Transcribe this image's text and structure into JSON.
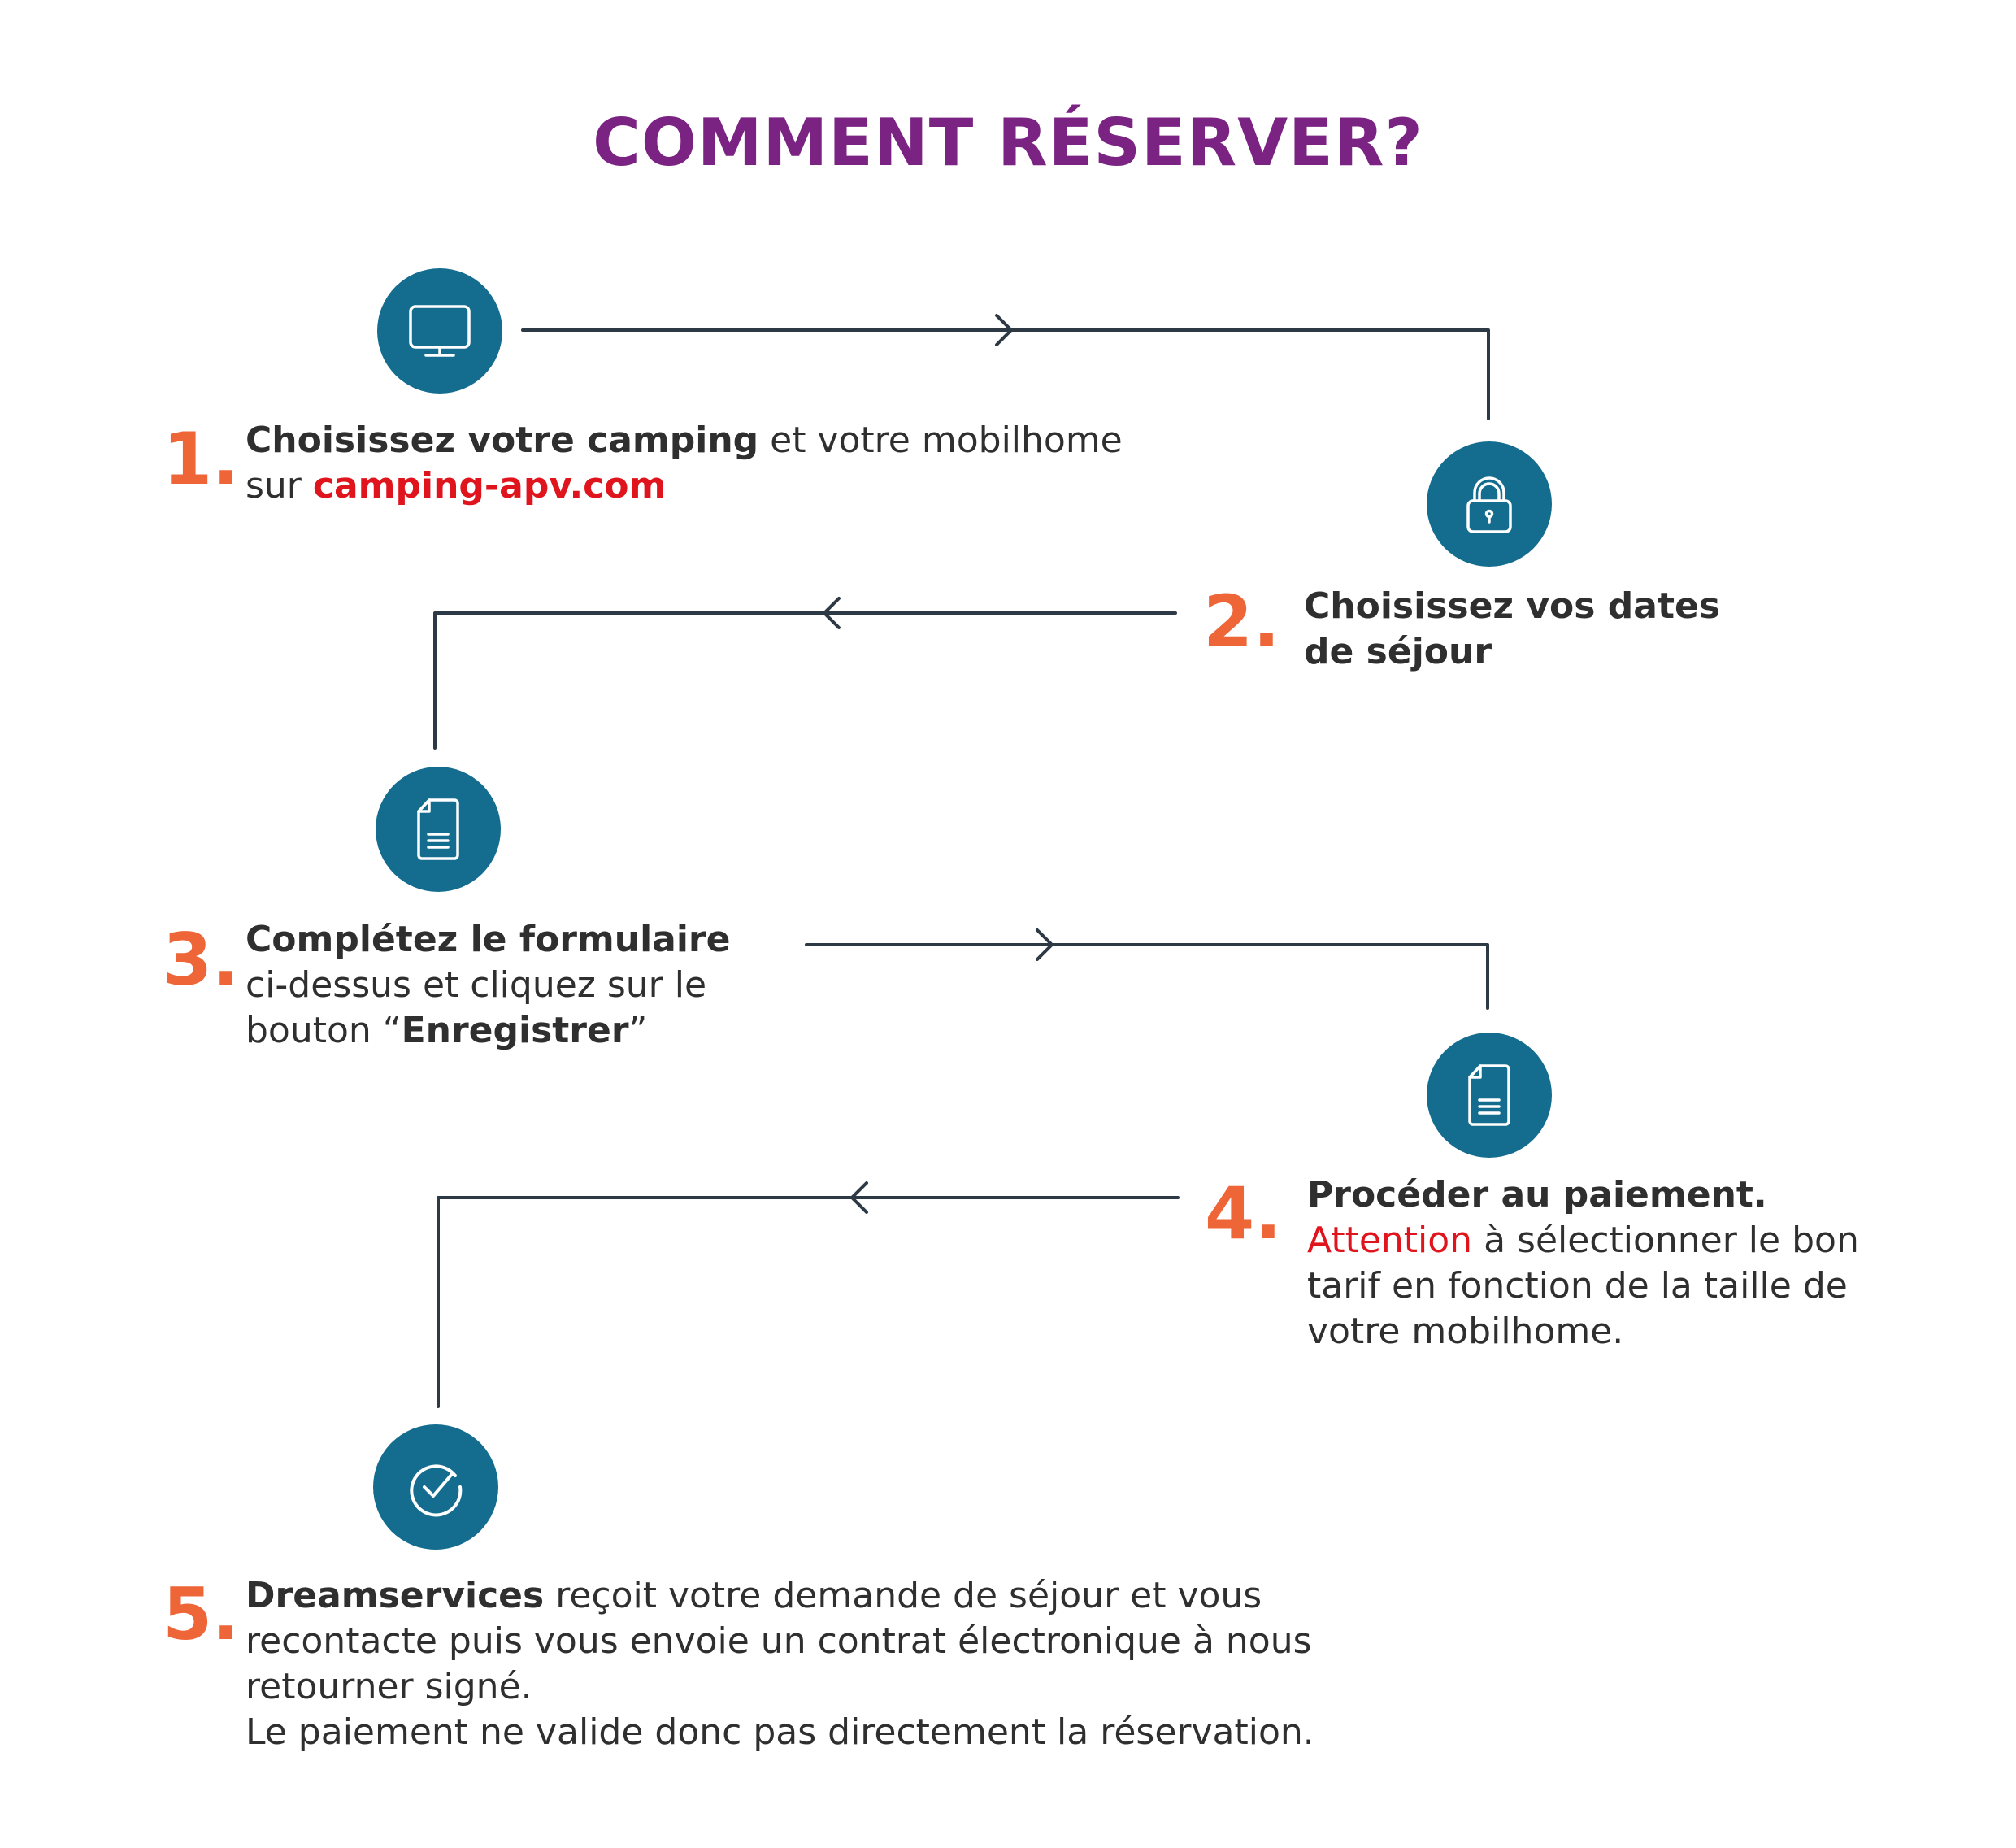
{
  "title": "COMMENT RÉSERVER?",
  "colors": {
    "title": "#7b2383",
    "step_number": "#ee6538",
    "icon_circle": "#146d8f",
    "connector": "#2d3a45",
    "highlight_red": "#e0141c",
    "body_text": "#2f2f30"
  },
  "steps": [
    {
      "number": "1.",
      "icon": "computer-monitor-icon",
      "bold_part": "Choisissez votre camping",
      "text_part": " et votre mobilhome",
      "line2_prefix": "sur ",
      "link": "camping-apv.com"
    },
    {
      "number": "2.",
      "icon": "padlock-icon",
      "line1": "Choisissez vos dates",
      "line2": "de séjour"
    },
    {
      "number": "3.",
      "icon": "document-icon",
      "line1": "Complétez le formulaire",
      "line2": "ci-dessus et cliquez sur le",
      "line3_prefix": "bouton “",
      "line3_bold": "Enregistrer",
      "line3_suffix": "”"
    },
    {
      "number": "4.",
      "icon": "document-icon",
      "line1": "Procéder au paiement.",
      "line2_red": "Attention",
      "line2_rest": " à sélectionner le bon",
      "line3": "tarif en fonction de la taille de",
      "line4": "votre mobilhome."
    },
    {
      "number": "5.",
      "icon": "checkmark-circle-icon",
      "bold_part": "Dreamservices",
      "line1_rest": " reçoit votre demande de séjour et vous",
      "line2": "recontacte puis vous envoie un contrat électronique à nous",
      "line3": "retourner signé.",
      "line4": "Le paiement ne valide donc pas directement la réservation."
    }
  ]
}
